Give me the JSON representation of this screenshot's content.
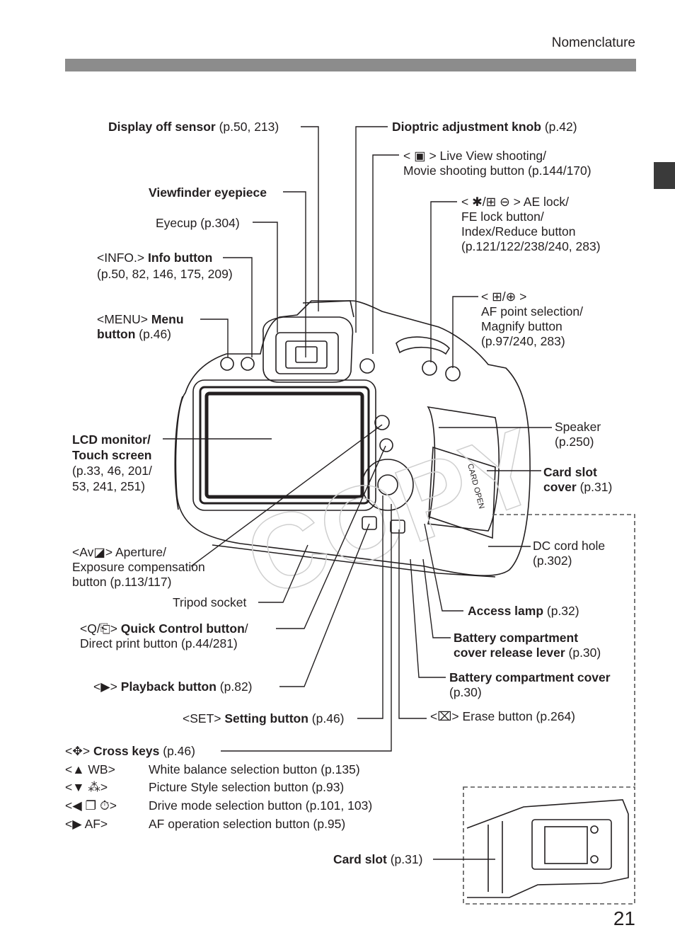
{
  "header": {
    "title": "Nomenclature"
  },
  "page_number": "21",
  "labels": {
    "display_off_bold": "Display off sensor",
    "display_off_ref": " (p.50, 213)",
    "dioptric_bold": "Dioptric adjustment knob",
    "dioptric_ref": " (p.42)",
    "liveview_l1": "< ▣ > Live View shooting/",
    "liveview_l2": "Movie shooting button (p.144/170)",
    "viewfinder_bold": "Viewfinder eyepiece",
    "eyecup": "Eyecup (p.304)",
    "info_key": "<INFO.>",
    "info_bold": " Info button",
    "info_ref": "(p.50, 82, 146, 175, 209)",
    "menu_key": "<MENU>",
    "menu_bold1": " Menu",
    "menu_bold2": "button",
    "menu_ref": " (p.46)",
    "aelock_l1": "< ✱/⊞ ⊖ > AE lock/",
    "aelock_l2": "FE lock button/",
    "aelock_l3": "Index/Reduce button",
    "aelock_l4": "(p.121/122/238/240, 283)",
    "afpoint_l1": "< ⊞/⊕ >",
    "afpoint_l2": "AF point selection/",
    "afpoint_l3": "Magnify button",
    "afpoint_l4": "(p.97/240, 283)",
    "lcd_bold1": "LCD monitor/",
    "lcd_bold2": "Touch screen",
    "lcd_ref1": "(p.33, 46, 201/",
    "lcd_ref2": "53, 241, 251)",
    "speaker_l1": "Speaker",
    "speaker_l2": "(p.250)",
    "cardcover_bold1": "Card slot",
    "cardcover_bold2": "cover",
    "cardcover_ref": " (p.31)",
    "dccord_l1": "DC cord hole",
    "dccord_l2": "(p.302)",
    "aperture_l1": "<Av◪> Aperture/",
    "aperture_l2": "Exposure compensation",
    "aperture_l3": "button (p.113/117)",
    "tripod": "Tripod socket",
    "access_bold": "Access lamp",
    "access_ref": " (p.32)",
    "qc_key": "<Q/⎗> ",
    "qc_bold": "Quick Control button",
    "qc_slash": "/",
    "qc_l2": "Direct print button (p.44/281)",
    "battlever_bold1": "Battery compartment",
    "battlever_bold2": "cover release lever",
    "battlever_ref": " (p.30)",
    "battcover_bold": "Battery compartment cover",
    "battcover_ref": "(p.30)",
    "playback_key": "<▶> ",
    "playback_bold": "Playback button",
    "playback_ref": " (p.82)",
    "setting_key": "<SET> ",
    "setting_bold": "Setting button",
    "setting_ref": " (p.46)",
    "erase": "<⌧> Erase button (p.264)",
    "cross_key": "<✥> ",
    "cross_bold": "Cross keys",
    "cross_ref": " (p.46)",
    "cardslot_bold": "Card slot",
    "cardslot_ref": " (p.31)"
  },
  "cross_keys": [
    {
      "key": "<▲ WB>",
      "desc": "White balance selection button (p.135)"
    },
    {
      "key": "<▼ ⁂>",
      "desc": "Picture Style selection button (p.93)"
    },
    {
      "key": "<◀ ❐  ⏱>",
      "desc": "Drive mode selection button (p.101, 103)"
    },
    {
      "key": "<▶ AF>",
      "desc": "AF operation selection button (p.95)"
    }
  ],
  "camera": {
    "card_label": "CARD OPEN",
    "watermark": "COPY"
  },
  "colors": {
    "bar": "#8c8c8c",
    "text": "#231f20",
    "tab": "#3a3a3a"
  }
}
